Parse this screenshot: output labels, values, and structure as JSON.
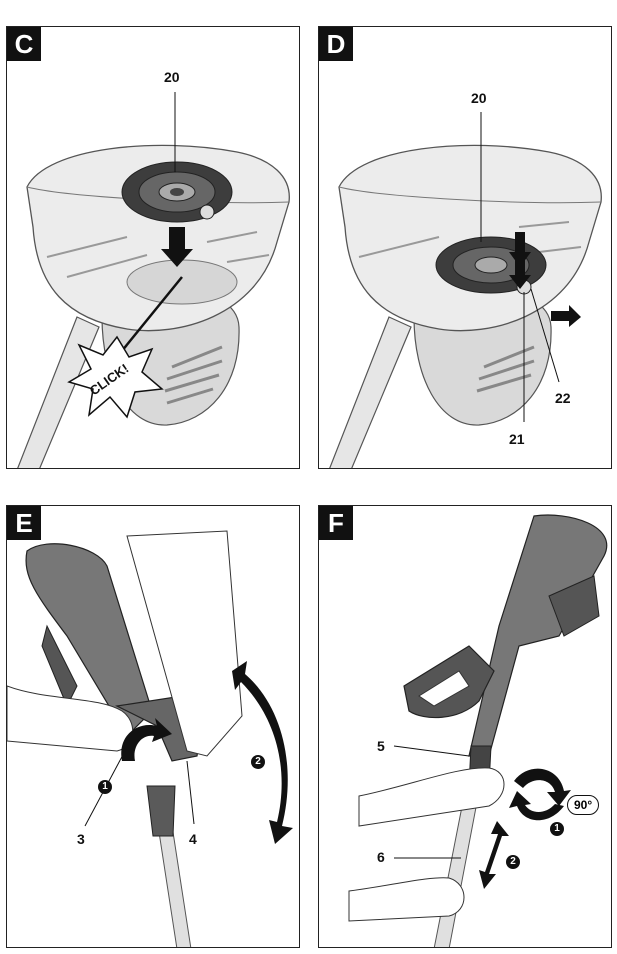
{
  "panels": [
    {
      "id": "C",
      "labels": [
        "20"
      ],
      "callout": "CLICK!"
    },
    {
      "id": "D",
      "labels": [
        "20",
        "21",
        "22"
      ]
    },
    {
      "id": "E",
      "labels": [
        "3",
        "4"
      ],
      "steps": [
        "1",
        "2"
      ]
    },
    {
      "id": "F",
      "labels": [
        "5",
        "6"
      ],
      "steps": [
        "1",
        "2"
      ],
      "rotation": "90°"
    }
  ]
}
